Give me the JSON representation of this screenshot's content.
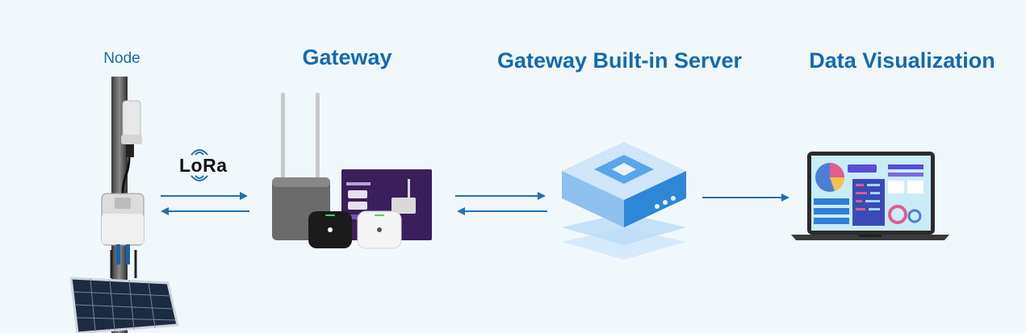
{
  "labels": {
    "node": "Node",
    "gateway": "Gateway",
    "server": "Gateway Built-in Server",
    "visualization": "Data Visualization"
  },
  "protocol": {
    "name": "LoRa"
  },
  "colors": {
    "background": "#f1f8fc",
    "title": "#126ab0",
    "arrow": "#1f6fb5",
    "server_top": "#cfe6fb",
    "server_side": "#2e86d8"
  }
}
